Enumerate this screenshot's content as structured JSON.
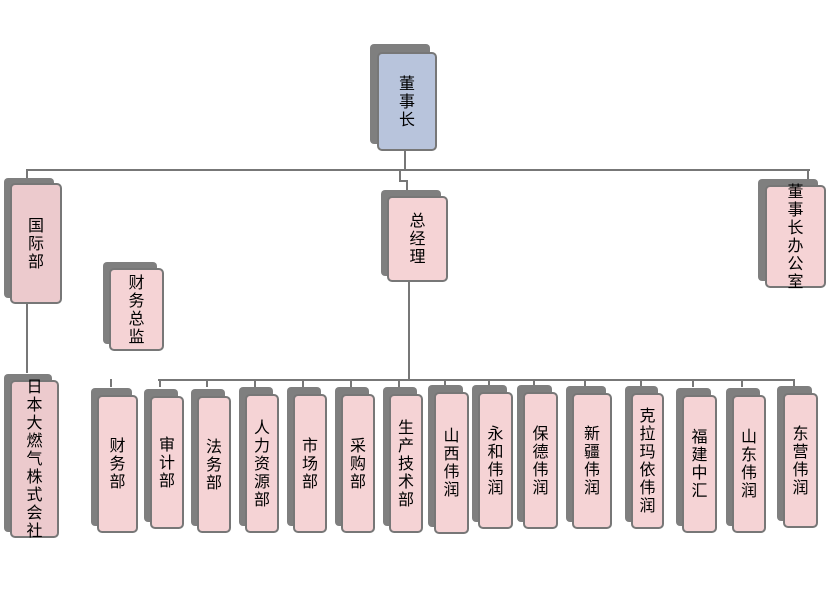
{
  "chairman": "董事长",
  "international": "国际部",
  "general_manager": "总经理",
  "chairman_office": "董事长办公室",
  "cfo": "财务总监",
  "japan_company": "日本大燃气株式会社",
  "departments": [
    "财务部",
    "审计部",
    "法务部",
    "人力资源部",
    "市场部",
    "采购部",
    "生产技术部",
    "山西伟润",
    "永和伟润",
    "保德伟润",
    "新疆伟润",
    "克拉玛依伟润",
    "福建中汇",
    "山东伟润",
    "东营伟润"
  ],
  "colors": {
    "chairman_fill": "#b8c4dc",
    "node_fill": "#f5d3d5",
    "shadow": "#7f7f7f",
    "line": "#777777"
  }
}
